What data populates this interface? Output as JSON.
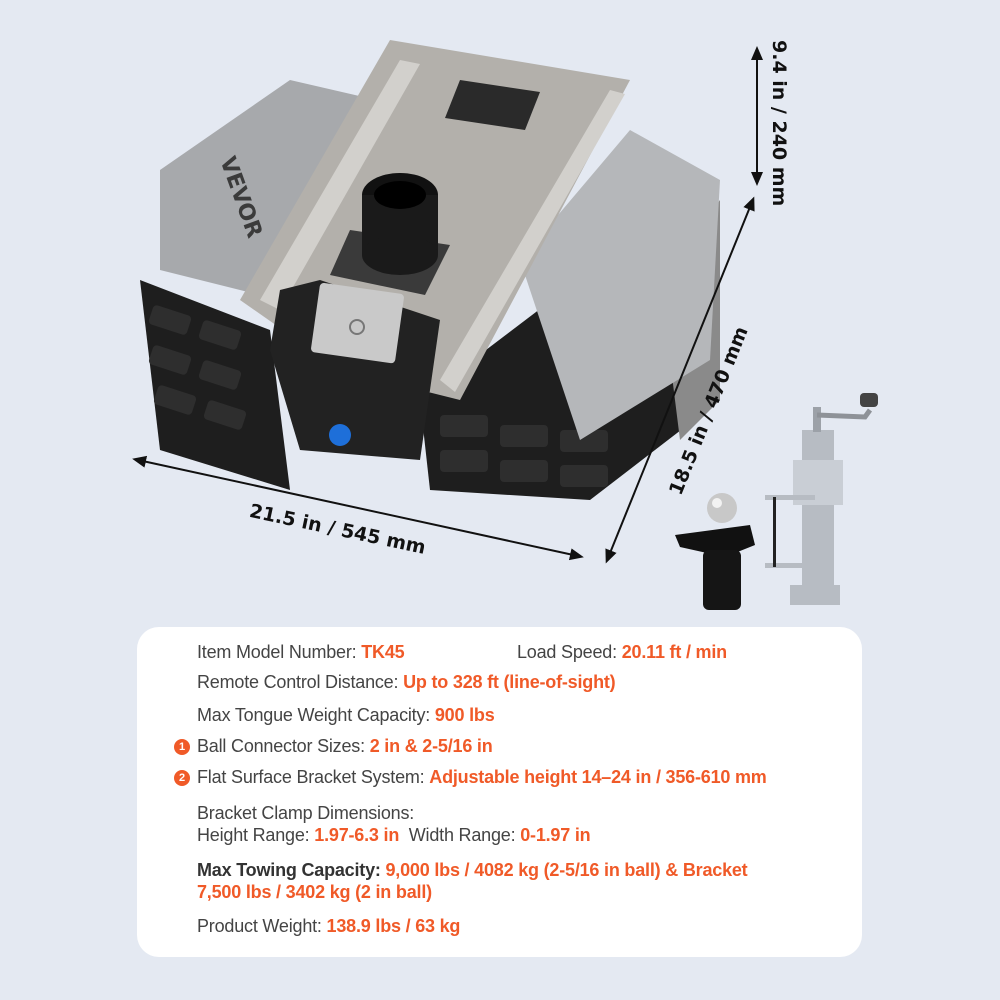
{
  "product": {
    "brand": "VEVOR",
    "colors": {
      "accent": "#f05a28",
      "background": "#e4e9f2",
      "card": "#ffffff",
      "label_text": "#444444",
      "dimension_text": "#111111"
    }
  },
  "dimensions": {
    "height": "9.4 in / 240 mm",
    "depth": "18.5 in / 470 mm",
    "width": "21.5 in / 545 mm"
  },
  "accessories": [
    {
      "id": 1,
      "name": "ball-connector"
    },
    {
      "id": 2,
      "name": "flat-surface-bracket"
    }
  ],
  "specs": {
    "model": {
      "label": "Item Model Number: ",
      "value": "TK45"
    },
    "load_speed": {
      "label": "Load Speed: ",
      "value": "20.11 ft / min"
    },
    "remote": {
      "label": "Remote Control Distance: ",
      "value": "Up to 328 ft (line-of-sight)"
    },
    "tongue": {
      "label": "Max Tongue Weight Capacity: ",
      "value": "900 lbs"
    },
    "ball": {
      "badge": "1",
      "label": "Ball Connector Sizes: ",
      "value": "2 in & 2-5/16 in"
    },
    "bracket": {
      "badge": "2",
      "label": "Flat Surface Bracket System: ",
      "value": "Adjustable height 14–24 in / 356-610 mm"
    },
    "clamp_title": {
      "label": "Bracket Clamp Dimensions:"
    },
    "clamp": {
      "height_label": "Height Range: ",
      "height_value": "1.97-6.3 in",
      "width_label": "Width Range: ",
      "width_value": "0-1.97 in"
    },
    "towing": {
      "label": "Max Towing Capacity: ",
      "value_line1": "9,000 lbs / 4082 kg (2-5/16 in ball)  & Bracket",
      "value_line2": "7,500 lbs / 3402 kg (2 in ball)"
    },
    "weight": {
      "label": "Product Weight: ",
      "value": "138.9 lbs / 63 kg"
    }
  }
}
